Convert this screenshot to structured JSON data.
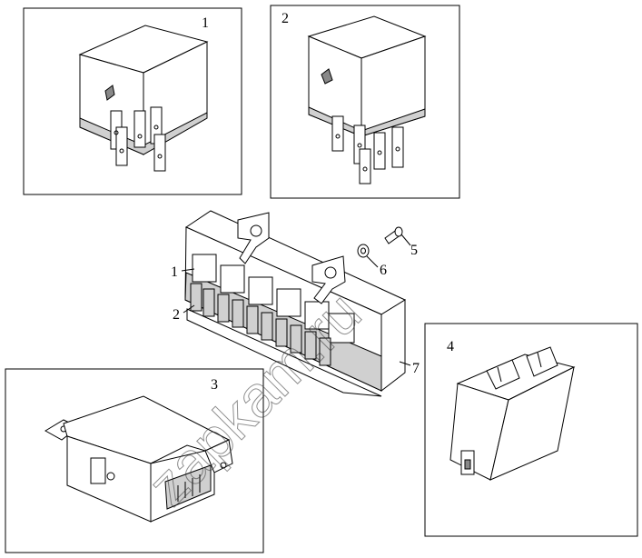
{
  "watermark": "zapkam.ru",
  "panels": {
    "relay_a": {
      "label": "1"
    },
    "relay_b": {
      "label": "2"
    },
    "module": {
      "label": "3"
    },
    "block": {
      "label": "4"
    }
  },
  "callouts": {
    "c1": "1",
    "c2": "2",
    "c5": "5",
    "c6": "6",
    "c7": "7"
  }
}
